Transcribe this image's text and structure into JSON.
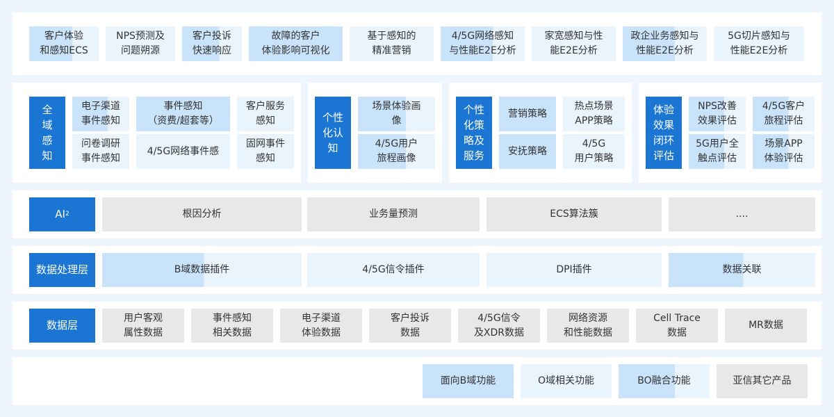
{
  "top_row": [
    "客户体验\n和感知ECS",
    "NPS预测及\n问题朔源",
    "客户投诉\n快速响应",
    "故障的客户\n体验影响可视化",
    "基于感知的\n精准营销",
    "4/5G网络感知\n与性能E2E分析",
    "家宽感知与性\n能E2E分析",
    "政企业务感知与\n性能E2E分析",
    "5G切片感知与\n性能E2E分析"
  ],
  "perception_group": {
    "header": "全\n域\n感\n知",
    "items": [
      "电子渠道\n事件感知",
      "事件感知\n（资费/超套等）",
      "客户服务\n感知",
      "问卷调研\n事件感知",
      "4/5G网络事件感",
      "固网事件\n感知"
    ]
  },
  "portrait_group": {
    "header": "个性\n化认\n知",
    "items": [
      "场景体验画\n像",
      "4/5G用户\n旅程画像"
    ]
  },
  "strategy_group": {
    "header": "个性\n化策\n略及\n服务",
    "items": [
      "营销策略",
      "热点场景\nAPP策略",
      "安抚策略",
      "4/5G\n用户策略"
    ]
  },
  "evaluation_group": {
    "header": "体验\n效果\n闭环\n评估",
    "items": [
      "NPS改善\n效果评估",
      "4/5G客户\n旅程评估",
      "5G用户全\n触点评估",
      "场景APP\n体验评估"
    ]
  },
  "ai_layer": {
    "label": "AI",
    "label_sup": "2",
    "items": [
      "根因分析",
      "业务量预测",
      "ECS算法簇",
      "...."
    ]
  },
  "processing_layer": {
    "label": "数据处理层",
    "items": [
      "B域数据插件",
      "4/5G信令插件",
      "DPI插件",
      "数据关联"
    ]
  },
  "data_layer": {
    "label": "数据层",
    "items": [
      "用户客观\n属性数据",
      "事件感知\n相关数据",
      "电子渠道\n体验数据",
      "客户投诉\n数据",
      "4/5G信令\n及XDR数据",
      "网络资源\n和性能数据",
      "Cell Trace\n数据",
      "MR数据"
    ]
  },
  "legend": [
    "面向B域功能",
    "O域相关功能",
    "BO融合功能",
    "亚信其它产品"
  ],
  "colors": {
    "dark_blue": "#1a76d2",
    "light_blue": "#c8e3fa",
    "pale_blue": "#eaf4fd",
    "gray": "#e8e8e8",
    "background": "#eef5fc"
  }
}
